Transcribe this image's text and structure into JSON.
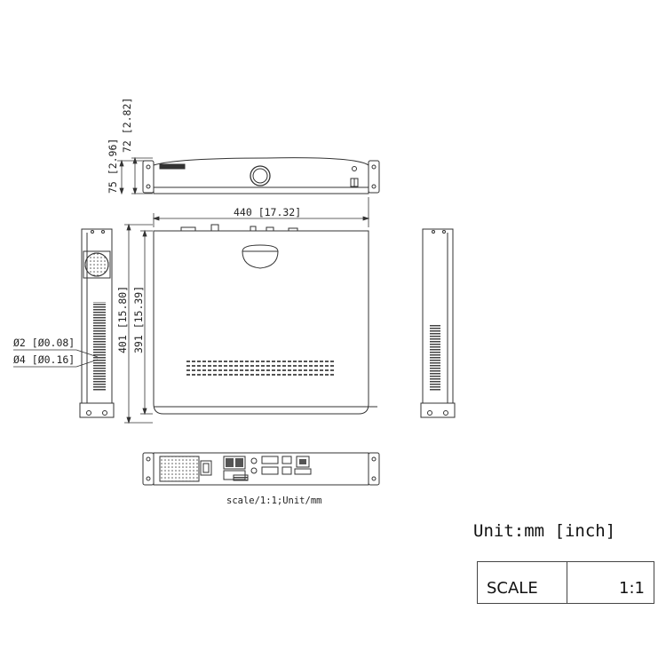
{
  "dimensions": {
    "height_front": "72 [2.82]",
    "height_total": "75 [2.96]",
    "width": "440 [17.32]",
    "depth_total": "401 [15.80]",
    "depth_body": "391 [15.39]",
    "hole_small": "Ø2 [Ø0.08]",
    "hole_large": "Ø4 [Ø0.16]"
  },
  "caption": "scale/1:1;Unit/mm",
  "unit_label": "Unit:mm [inch]",
  "scale_table": {
    "key": "SCALE",
    "value": "1:1"
  }
}
